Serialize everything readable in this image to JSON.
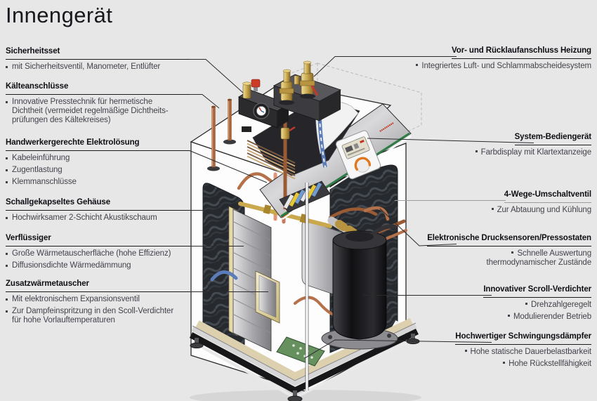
{
  "page": {
    "title": "Innengerät",
    "background_color": "#e7e7e8"
  },
  "callouts": {
    "left": [
      {
        "heading": "Sicherheitsset",
        "bullets": [
          "mit Sicherheitsventil, Manometer, Entlüfter"
        ]
      },
      {
        "heading": "Kälteanschlüsse",
        "bullets": [
          "Innovative Presstechnik für hermetische\nDichtheit (vermeidet regelmäßige Dichtheits-\nprüfungen des Kältekreises)"
        ]
      },
      {
        "heading": "Handwerkergerechte Elektrolösung",
        "bullets": [
          "Kabeleinführung",
          "Zugentlastung",
          "Klemmanschlüsse"
        ]
      },
      {
        "heading": "Schallgekapseltes Gehäuse",
        "bullets": [
          "Hochwirksamer 2-Schicht Akustikschaum"
        ]
      },
      {
        "heading": "Verflüssiger",
        "bullets": [
          "Große Wärmetauscherfläche (hohe Effizienz)",
          "Diffusionsdichte Wärmedämmung"
        ]
      },
      {
        "heading": "Zusatzwärmetauscher",
        "bullets": [
          "Mit elektronischem Expansionsventil",
          "Zur Dampfeinspritzung in den Scoll-Verdichter\nfür hohe Vorlauftemperaturen"
        ]
      }
    ],
    "right": [
      {
        "heading": "Vor- und Rücklaufanschluss Heizung",
        "bullets": [
          "Integriertes Luft- und Schlammabscheidesystem"
        ]
      },
      {
        "heading": "System-Bediengerät",
        "bullets": [
          "Farbdisplay mit Klartextanzeige"
        ]
      },
      {
        "heading": "4-Wege-Umschaltventil",
        "bullets": [
          "Zur Abtauung und Kühlung"
        ]
      },
      {
        "heading": "Elektronische Drucksensoren/Pressostaten",
        "bullets": [
          "Schnelle Auswertung\nthermodynamischer Zustände"
        ]
      },
      {
        "heading": "Innovativer Scroll-Verdichter",
        "bullets": [
          "Drehzahlgeregelt",
          "Modulierender Betrieb"
        ]
      },
      {
        "heading": "Hochwertiger Schwingungsdämpfer",
        "bullets": [
          "Hohe statische Dauerbelastbarkeit",
          "Hohe Rückstellfähigkeit"
        ]
      }
    ]
  },
  "illustration": {
    "subject": "heat-pump-indoor-unit-cutaway",
    "colors": {
      "casing": "#fdfdfd",
      "acoustic_foam": "#26292d",
      "copper_pipe": "#b4714a",
      "brass_valve": "#c9a84e",
      "panel_green_stripe": "#2e7d46",
      "display_knob_orange": "#e0761e",
      "logo_red": "#c4301d",
      "base_plate_tan": "#dcd0ae"
    }
  }
}
